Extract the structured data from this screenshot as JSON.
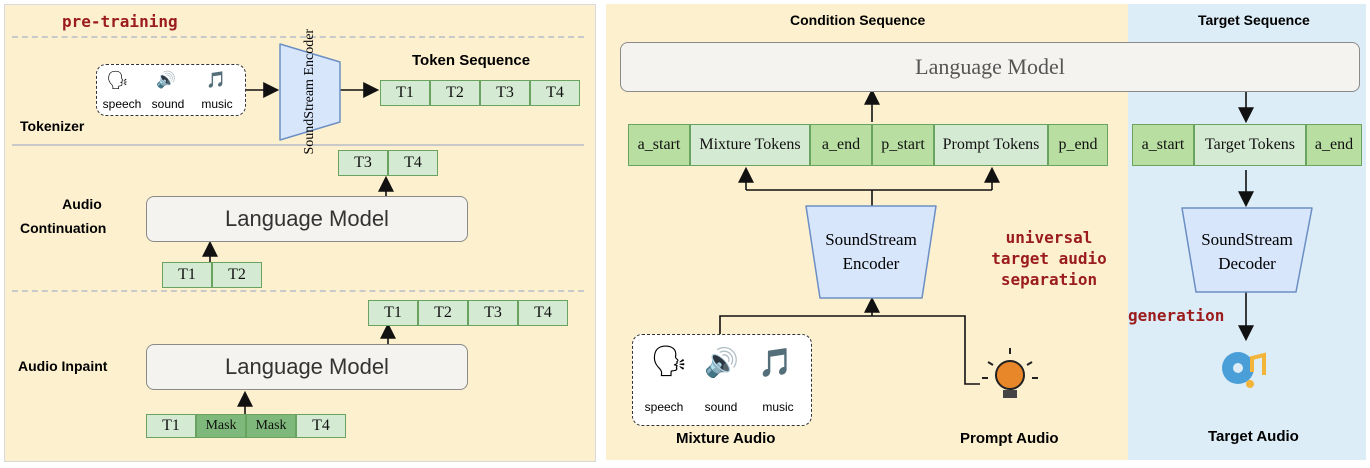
{
  "left": {
    "pretraining_label": "pre-training",
    "tokenizer_label": "Tokenizer",
    "token_sequence_label": "Token Sequence",
    "encoder_label": "SoundStream Encoder",
    "icons": {
      "speech": "speech",
      "sound": "sound",
      "music": "music"
    },
    "tokens_top": [
      "T1",
      "T2",
      "T3",
      "T4"
    ],
    "continuation_label_1": "Audio",
    "continuation_label_2": "Continuation",
    "lm_label": "Language Model",
    "continuation_out": [
      "T3",
      "T4"
    ],
    "continuation_in": [
      "T1",
      "T2"
    ],
    "inpaint_label": "Audio Inpaint",
    "inpaint_out": [
      "T1",
      "T2",
      "T3",
      "T4"
    ],
    "inpaint_in": [
      "T1",
      "Mask",
      "Mask",
      "T4"
    ]
  },
  "middle": {
    "condition_header": "Condition Sequence",
    "lm_label": "Language Model",
    "tokens": [
      "a_start",
      "Mixture Tokens",
      "a_end",
      "p_start",
      "Prompt Tokens",
      "p_end"
    ],
    "encoder_label_1": "SoundStream",
    "encoder_label_2": "Encoder",
    "task_label_1": "universal",
    "task_label_2": "target audio",
    "task_label_3": "separation",
    "mixture_label": "Mixture Audio",
    "prompt_label": "Prompt Audio",
    "icons": {
      "speech": "speech",
      "sound": "sound",
      "music": "music"
    }
  },
  "right": {
    "target_header": "Target Sequence",
    "tokens": [
      "a_start",
      "Target Tokens",
      "a_end"
    ],
    "decoder_label_1": "SoundStream",
    "decoder_label_2": "Decoder",
    "generation_label": "generation",
    "target_audio_label": "Target Audio"
  },
  "colors": {
    "panel": "#fdf0cf",
    "target_panel": "#dcedf7",
    "token": "#d5ead3",
    "token_dark": "#b8dfa1",
    "mask": "#7eb87a",
    "encoder": "#d7e6fb",
    "accent_text": "#9b1c1c"
  }
}
